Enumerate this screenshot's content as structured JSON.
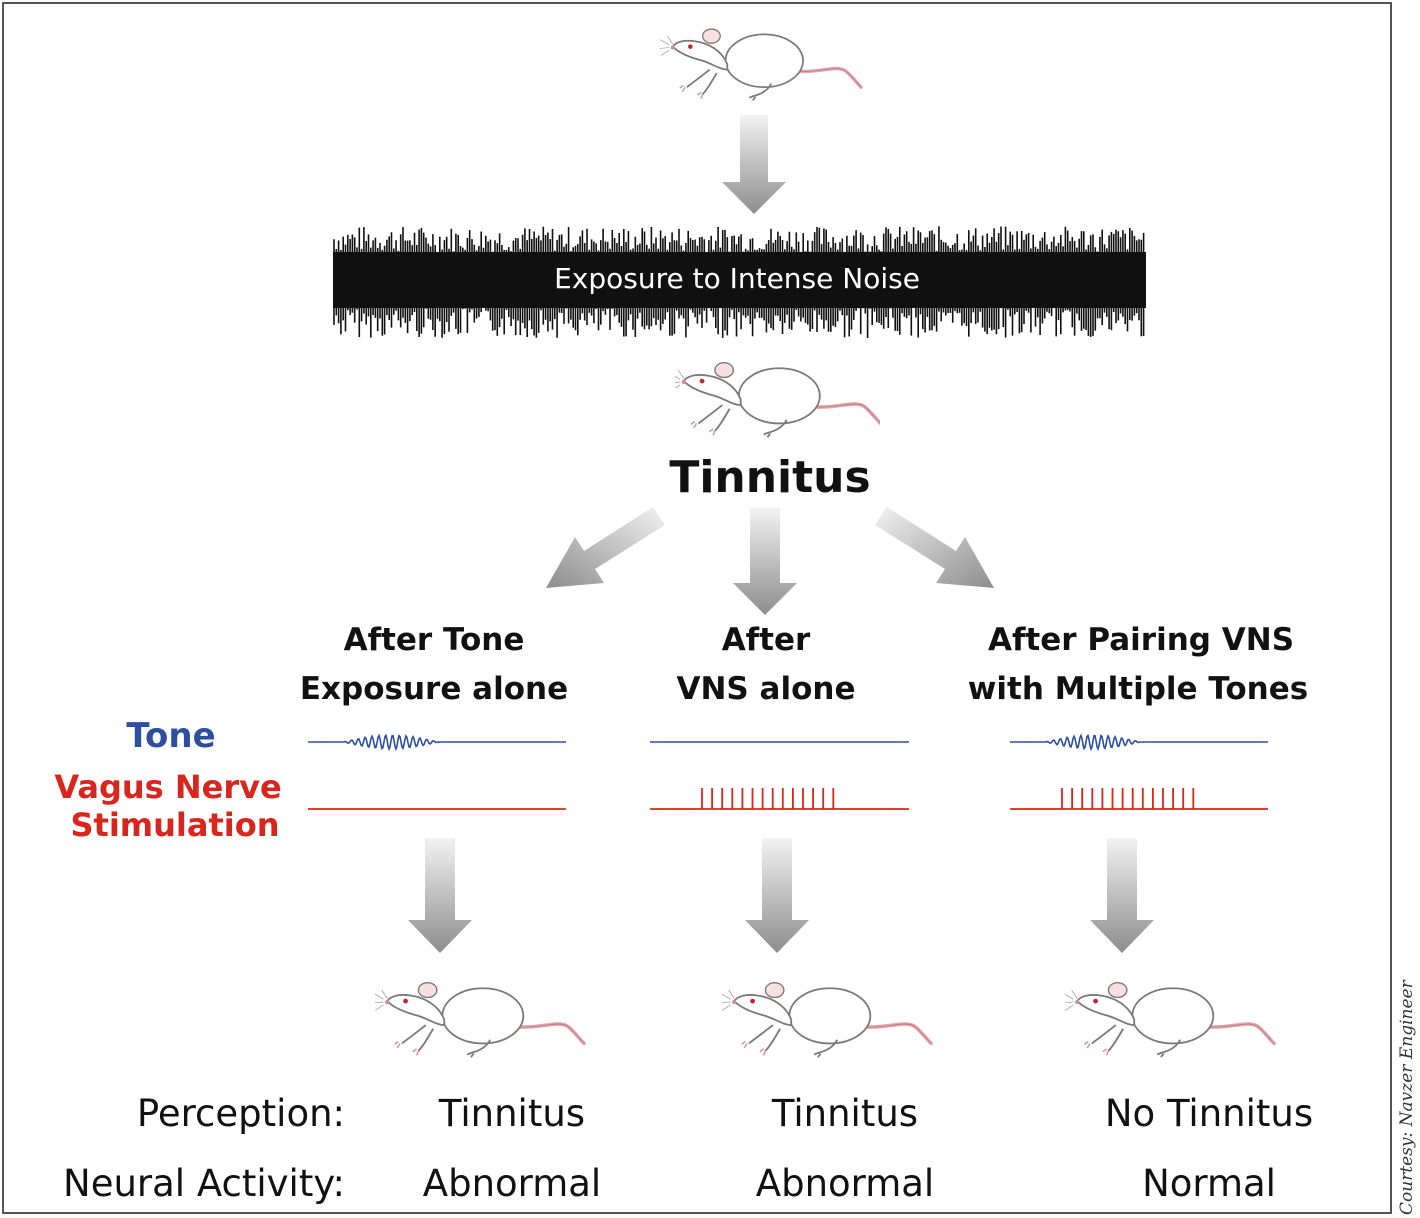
{
  "title": "Tinnitus",
  "noise_label": "Exposure to Intense Noise",
  "legend": {
    "tone": "Tone",
    "vns_line1": "Vagus Nerve",
    "vns_line2": "Stimulation",
    "tone_color": "#2e4fa0",
    "vns_color": "#d9261c"
  },
  "branches": [
    {
      "heading1": "After Tone",
      "heading2": "Exposure alone",
      "tone": true,
      "vns": false,
      "perception": "Tinnitus",
      "neural_activity": "Abnormal"
    },
    {
      "heading1": "After",
      "heading2": "VNS alone",
      "tone": false,
      "vns": true,
      "perception": "Tinnitus",
      "neural_activity": "Abnormal"
    },
    {
      "heading1": "After Pairing VNS",
      "heading2": "with Multiple Tones",
      "tone": true,
      "vns": true,
      "perception": "No Tinnitus",
      "neural_activity": "Normal"
    }
  ],
  "row_labels": {
    "perception": "Perception:",
    "neural_activity": "Neural Activity:"
  },
  "credit": "Courtesy: Navzer Engineer"
}
